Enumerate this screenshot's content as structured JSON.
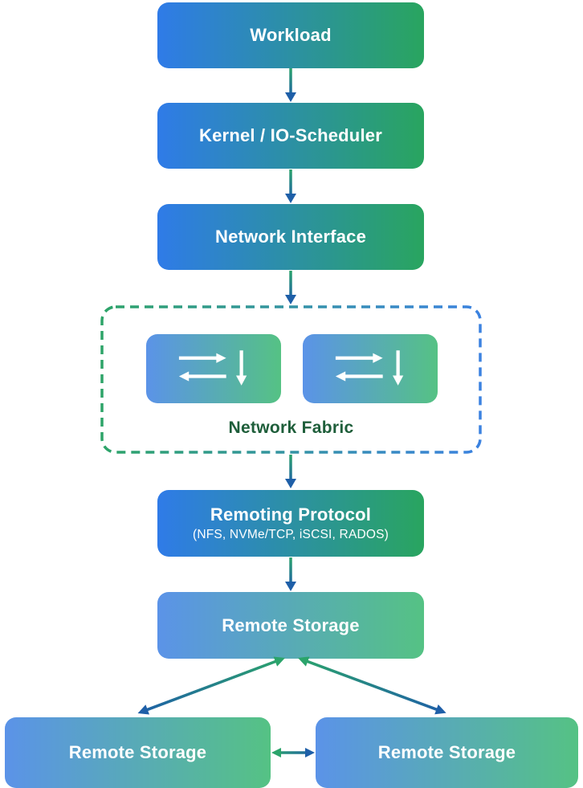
{
  "diagram": {
    "nodes": {
      "workload": {
        "label": "Workload"
      },
      "kernel_io_scheduler": {
        "label": "Kernel / IO-Scheduler"
      },
      "network_interface": {
        "label": "Network Interface"
      },
      "network_fabric": {
        "label": "Network Fabric"
      },
      "remoting_protocol": {
        "label": "Remoting Protocol",
        "sublabel": "(NFS, NVMe/TCP, iSCSI, RADOS)"
      },
      "remote_storage_primary": {
        "label": "Remote Storage"
      },
      "remote_storage_left": {
        "label": "Remote Storage"
      },
      "remote_storage_right": {
        "label": "Remote Storage"
      }
    },
    "icons": {
      "fabric_switch_left": "data-transfer-arrows-icon",
      "fabric_switch_right": "data-transfer-arrows-icon"
    },
    "edges": [
      {
        "from": "workload",
        "to": "kernel_io_scheduler",
        "style": "arrow-down"
      },
      {
        "from": "kernel_io_scheduler",
        "to": "network_interface",
        "style": "arrow-down"
      },
      {
        "from": "network_interface",
        "to": "network_fabric",
        "style": "arrow-down"
      },
      {
        "from": "network_fabric",
        "to": "remoting_protocol",
        "style": "arrow-down"
      },
      {
        "from": "remoting_protocol",
        "to": "remote_storage_primary",
        "style": "arrow-down"
      },
      {
        "from": "remote_storage_primary",
        "to": "remote_storage_left",
        "style": "double-headed-diagonal"
      },
      {
        "from": "remote_storage_primary",
        "to": "remote_storage_right",
        "style": "double-headed-diagonal"
      },
      {
        "from": "remote_storage_left",
        "to": "remote_storage_right",
        "style": "double-headed-horizontal"
      }
    ],
    "colors": {
      "box_gradient_start": "#2F7BE8",
      "box_gradient_end": "#29A55F",
      "light_box_gradient_start": "#5B93E8",
      "light_box_gradient_end": "#55C284",
      "arrow_green": "#2BA46B",
      "arrow_blue": "#1E5FA8",
      "fabric_border_green": "#2DA468",
      "fabric_border_blue": "#3B82E0",
      "fabric_label": "#1E5E3A",
      "node_text": "#FFFFFF"
    }
  }
}
